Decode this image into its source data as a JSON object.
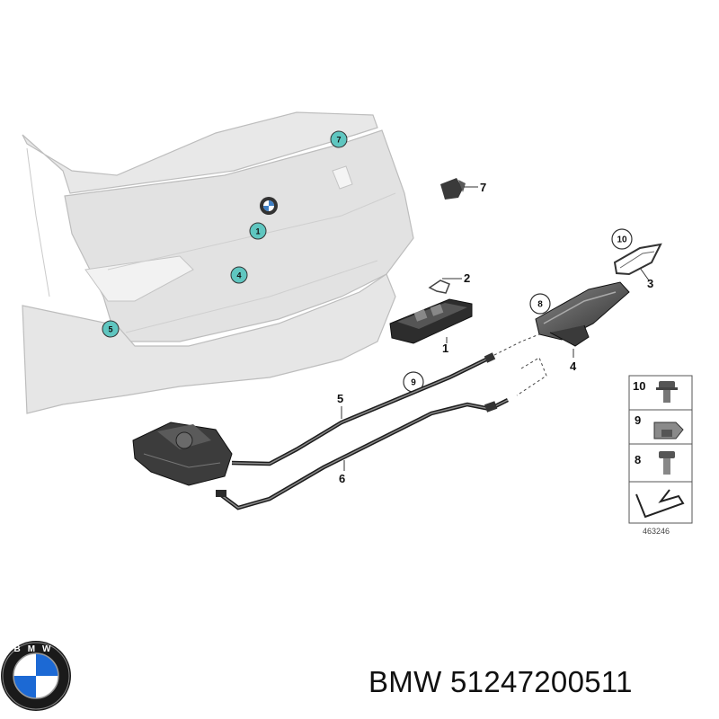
{
  "diagram": {
    "bumper_markers": [
      "7",
      "1",
      "4",
      "5"
    ],
    "callouts": [
      "7",
      "2",
      "1",
      "10",
      "3",
      "8",
      "4",
      "9",
      "5",
      "6"
    ],
    "legend": [
      "10",
      "9",
      "8"
    ],
    "reference_number": "463246"
  },
  "brand": {
    "logo_letters": "BMW",
    "caption": "BMW 51247200511"
  },
  "colors": {
    "marker_fill": "#5fc6c0",
    "bumper_fill": "#e4e4e4",
    "line": "#333333"
  }
}
